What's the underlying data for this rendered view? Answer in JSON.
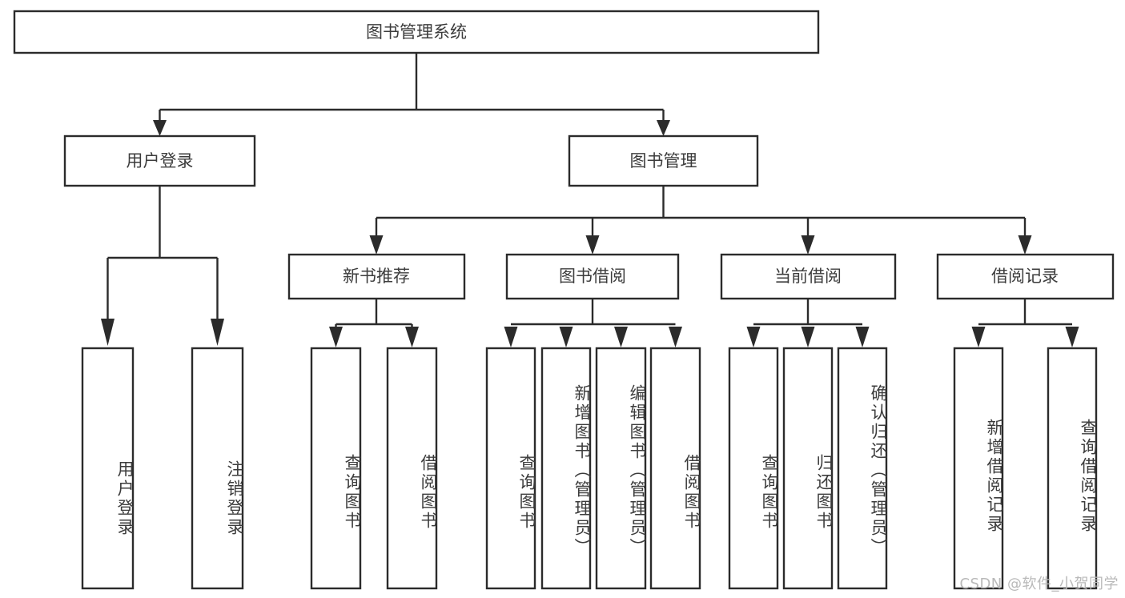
{
  "diagram": {
    "title": "图书管理系统",
    "type": "tree-hierarchy",
    "orientation": "top-down",
    "colors": {
      "box_stroke": "#2b2b2b",
      "box_fill": "#ffffff",
      "text": "#3c3c3c",
      "connector": "#2b2b2b",
      "background": "#ffffff",
      "watermark": "#b9b9b9"
    }
  },
  "root": {
    "label": "图书管理系统"
  },
  "level2": [
    {
      "label": "用户登录"
    },
    {
      "label": "图书管理"
    }
  ],
  "level3": [
    {
      "label": "新书推荐"
    },
    {
      "label": "图书借阅"
    },
    {
      "label": "当前借阅"
    },
    {
      "label": "借阅记录"
    }
  ],
  "leaves": {
    "user_login": [
      {
        "label": "用户登录"
      },
      {
        "label": "注销登录"
      }
    ],
    "new_book_recommend": [
      {
        "label": "查询图书"
      },
      {
        "label": "借阅图书"
      }
    ],
    "book_borrow": [
      {
        "label": "查询图书"
      },
      {
        "label": "新增图书（管理员）"
      },
      {
        "label": "编辑图书（管理员）"
      },
      {
        "label": "借阅图书"
      }
    ],
    "current_borrow": [
      {
        "label": "查询图书"
      },
      {
        "label": "归还图书"
      },
      {
        "label": "确认归还（管理员）"
      }
    ],
    "borrow_record": [
      {
        "label": "新增借阅记录"
      },
      {
        "label": "查询借阅记录"
      }
    ]
  },
  "watermark": {
    "text": "CSDN @软件_小贺同学"
  }
}
